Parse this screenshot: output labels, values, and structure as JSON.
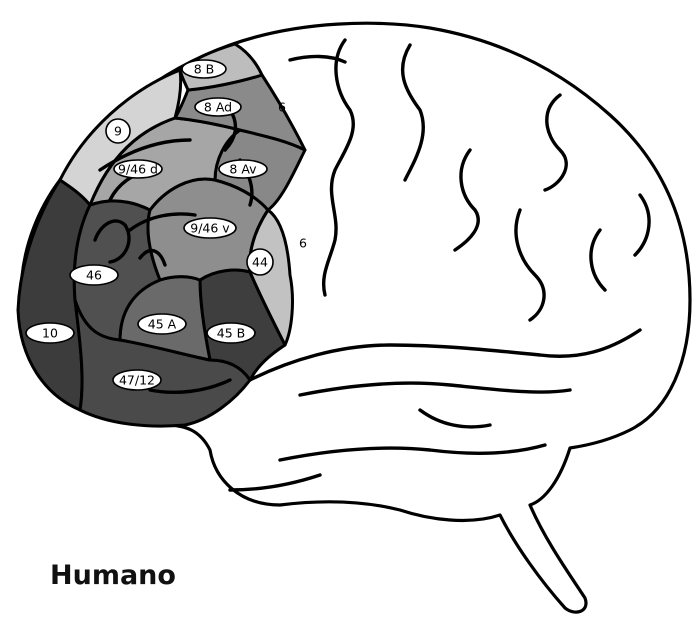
{
  "caption": "Humano",
  "regions": {
    "r8B": "8 B",
    "r8Ad": "8 Ad",
    "r6a": "6",
    "r9": "9",
    "r946d": "9/46 d",
    "r8Av": "8 Av",
    "r946v": "9/46 v",
    "r44": "44",
    "r6b": "6",
    "r46": "46",
    "r10": "10",
    "r45A": "45 A",
    "r45B": "45 B",
    "r4712": "47/12"
  },
  "colors": {
    "darkest": "#3a3a3a",
    "dark": "#4d4d4d",
    "mid_dark": "#6a6a6a",
    "mid": "#8c8c8c",
    "light": "#b4b4b4",
    "lightest": "#d6d6d6"
  }
}
